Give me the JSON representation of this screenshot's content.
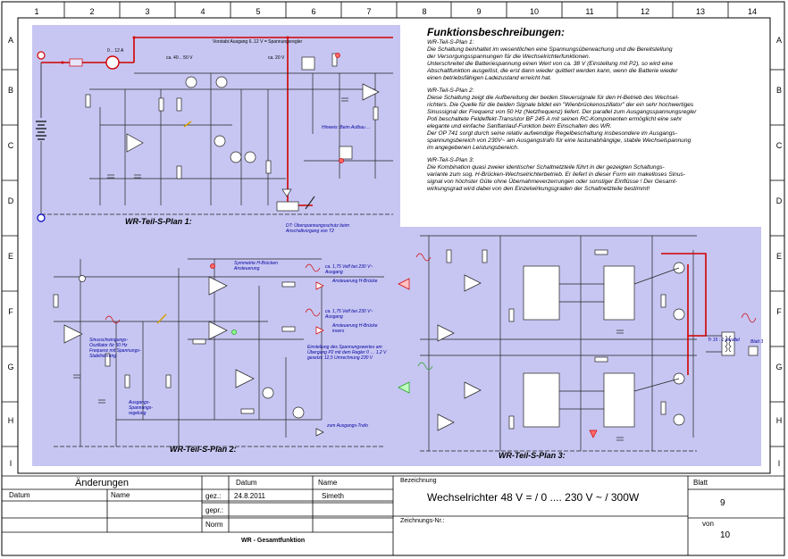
{
  "grid": {
    "columns": [
      "1",
      "2",
      "3",
      "4",
      "5",
      "6",
      "7",
      "8",
      "9",
      "10",
      "11",
      "12",
      "13",
      "14"
    ],
    "rows": [
      "A",
      "B",
      "C",
      "D",
      "E",
      "F",
      "G",
      "H",
      "I"
    ]
  },
  "plans": {
    "plan1": "WR-Teil-S-Plan 1:",
    "plan2": "WR-Teil-S-Plan 2:",
    "plan3": "WR-Teil-S-Plan 3:"
  },
  "plan1_notes": {
    "ammeter": "A",
    "current": "0 .. 12 A",
    "voltage": "ca. 40 .. 50 V",
    "regulator": "Vorstabi:Ausgang 6..12 V = Spannungsregler",
    "output20": "ca. 20 V",
    "overvoltage": "DT: Überspannungsschutz beim Anschaltvorgang von T2",
    "hinweis": "Hinweis: Beim Aufbau ..."
  },
  "plan2_notes": {
    "sine": "Sinusschwingungs-Oszillator für 50 Hz Frequenz mit Spannungs-Stabilisierung",
    "out1": "ca. 1,75 Veff bei 230 V~ Ausgang",
    "out2": "ca. 1,75 Veff bei 230 V~ Ausgang",
    "inv": "Ansteuerung H-Brücke invers",
    "noninv": "Ansteuerung H-Brücke",
    "sym": "Symmetrie H-Brücken Ansteuerung",
    "regel": "Einstellung des Spannungswertes am Übergang P2 mit dem Regler 0 … 1,2 V gesetzt: 12,5 Umrechnung 230 V",
    "zum": "zum Ausgangs-Trafo",
    "ausgang": "Ausgangs-Spannungs-regelung"
  },
  "plan3_notes": {
    "trafo": "Tr 15 : 1 parallel",
    "blatt": "Blatt 3"
  },
  "description": {
    "heading": "Funktionsbeschreibungen:",
    "sections": [
      {
        "title": "WR-Teil-S-Plan 1:",
        "lines": [
          "Die Schaltung beinhaltet im wesentlichen eine Spannungsüberwachung und die Bereitstellung",
          "der Versorgungsspannungen für die Wechselrichterfunktionen.",
          "Unterschreitet die Batteriespannung einen Wert von ca. 38 V (Einstellung mit P2), so wird eine",
          "Abschaltfunktion ausgelöst, die erst dann wieder quittiert werden kann, wenn die Batterie wieder",
          "einen betriebsfähigen Ladezustand erreicht hat."
        ]
      },
      {
        "title": "WR-Teil-S-Plan 2:",
        "lines": [
          "Diese Schaltung zeigt die Aufbereitung der beiden Steuersignale für den H-Betrieb des Wechsel-",
          "richters. Die Quelle für die beiden Signale bildet ein \"Wienbrückenoszillator\" der ein sehr hochwertiges",
          "Sinussignal der Frequenz von 50 Hz (Netzfrequenz) liefert. Der parallel zum Ausgangsspannungsregler",
          "Poti beschaltete Feldeffekt-Transistor BF 245 A mit seinen RC-Komponenten ermöglicht eine sehr",
          "elegante und einfache Sanftanlauf-Funktion beim Einschalten des WR.",
          "Der OP 741 sorgt durch seine relativ aufwendige Regelbeschaltung insbesondere im Ausgangs-",
          "spannungsbereich von 230V~ am Ausgangstrafo für eine lastunabhängige, stabile Wechselspannung",
          "im angegebenen Leistungsbereich."
        ]
      },
      {
        "title": "WR-Teil-S-Plan 3:",
        "lines": [
          "Die Kombination quasi zweier identischer Schaltnetzteile führt in der gezeigten Schaltungs-",
          "variante zum sog. H-Brücken-Wechselrichterbetrieb. Er liefert in dieser Form ein makelloses Sinus-",
          "signal von höchster Güte ohne Übernahmeverzerrungen oder sonstiger Einflüsse ! Der Gesamt-",
          "wirkungsgrad wird dabei von den Einzelwirkungsgraden der Schaltnetzteile bestimmt!"
        ]
      }
    ]
  },
  "titleblock": {
    "changes": "Änderungen",
    "col_datum": "Datum",
    "col_name": "Name",
    "datum": "Datum",
    "name": "Name",
    "gez": "gez.:",
    "gez_date": "24.8.2011",
    "gez_name": "Simeth",
    "gepr": "gepr.:",
    "norm": "Norm",
    "bezeichnung": "Bezeichnung",
    "title": "Wechselrichter 48 V =  /  0 .... 230 V ~  /  300W",
    "zeichnungsnr": "Zeichnungs-Nr.:",
    "blatt": "Blatt",
    "blatt_no": "9",
    "von": "von",
    "von_no": "10",
    "subtitle": "WR - Gesamtfunktion"
  }
}
